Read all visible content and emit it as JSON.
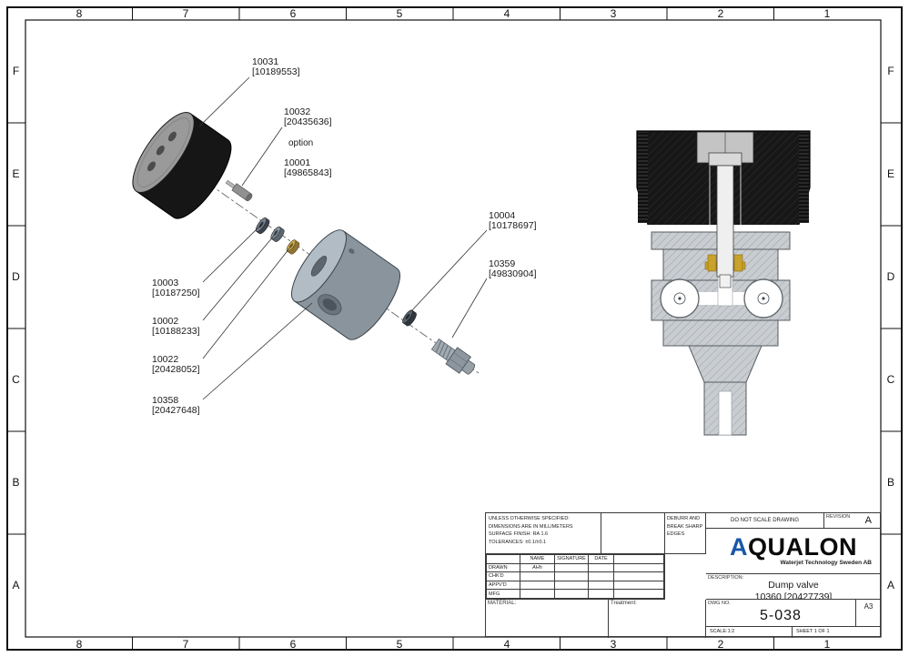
{
  "frame": {
    "cols": [
      "8",
      "7",
      "6",
      "5",
      "4",
      "3",
      "2",
      "1"
    ],
    "rows": [
      "F",
      "E",
      "D",
      "C",
      "B",
      "A"
    ]
  },
  "parts": {
    "knob": {
      "id": "10031",
      "ref": "[10189553]"
    },
    "pin": {
      "id": "10032",
      "ref": "[20435636]",
      "note": "option"
    },
    "pin_alt": {
      "id": "10001",
      "ref": "[49865843]"
    },
    "locknut": {
      "id": "10004",
      "ref": "[10178697]"
    },
    "fitting": {
      "id": "10359",
      "ref": "[49830904]"
    },
    "washer": {
      "id": "10003",
      "ref": "[10187250]"
    },
    "nut": {
      "id": "10002",
      "ref": "[10188233]"
    },
    "seat": {
      "id": "10022",
      "ref": "[20428052]"
    },
    "body": {
      "id": "10358",
      "ref": "[20427648]"
    }
  },
  "titleblock": {
    "notes_line1": "UNLESS OTHERWISE SPECIFIED:",
    "notes_line2": "DIMENSIONS ARE IN MILLIMETERS",
    "notes_line3": "SURFACE FINISH: RA 1.6",
    "notes_line4": "TOLERANCES: ±0.1/±0.1",
    "deburr": "DEBURR AND BREAK SHARP EDGES",
    "do_not_scale": "DO NOT SCALE DRAWING",
    "revision_label": "REVISION",
    "revision_value": "A",
    "logo_a": "A",
    "logo_rest": "QUALON",
    "logo_sub": "Waterjet Technology Sweden AB",
    "description_label": "DESCRIPTION:",
    "description_line1": "Dump valve",
    "description_line2": "10360 [20427739]",
    "table": {
      "headers": [
        "NAME",
        "SIGNATURE",
        "DATE"
      ],
      "rows": [
        {
          "label": "DRAWN",
          "name": "AHh"
        },
        {
          "label": "CHK'D",
          "name": ""
        },
        {
          "label": "APPV'D",
          "name": ""
        },
        {
          "label": "MFG",
          "name": ""
        }
      ]
    },
    "material_label": "MATERIAL:",
    "treatment_label": "Treatment:",
    "dwg_no_label": "DWG NO.",
    "dwg_no": "5-038",
    "paper_size": "A3",
    "scale": "SCALE:1:2",
    "sheet": "SHEET 1 OF 1"
  }
}
